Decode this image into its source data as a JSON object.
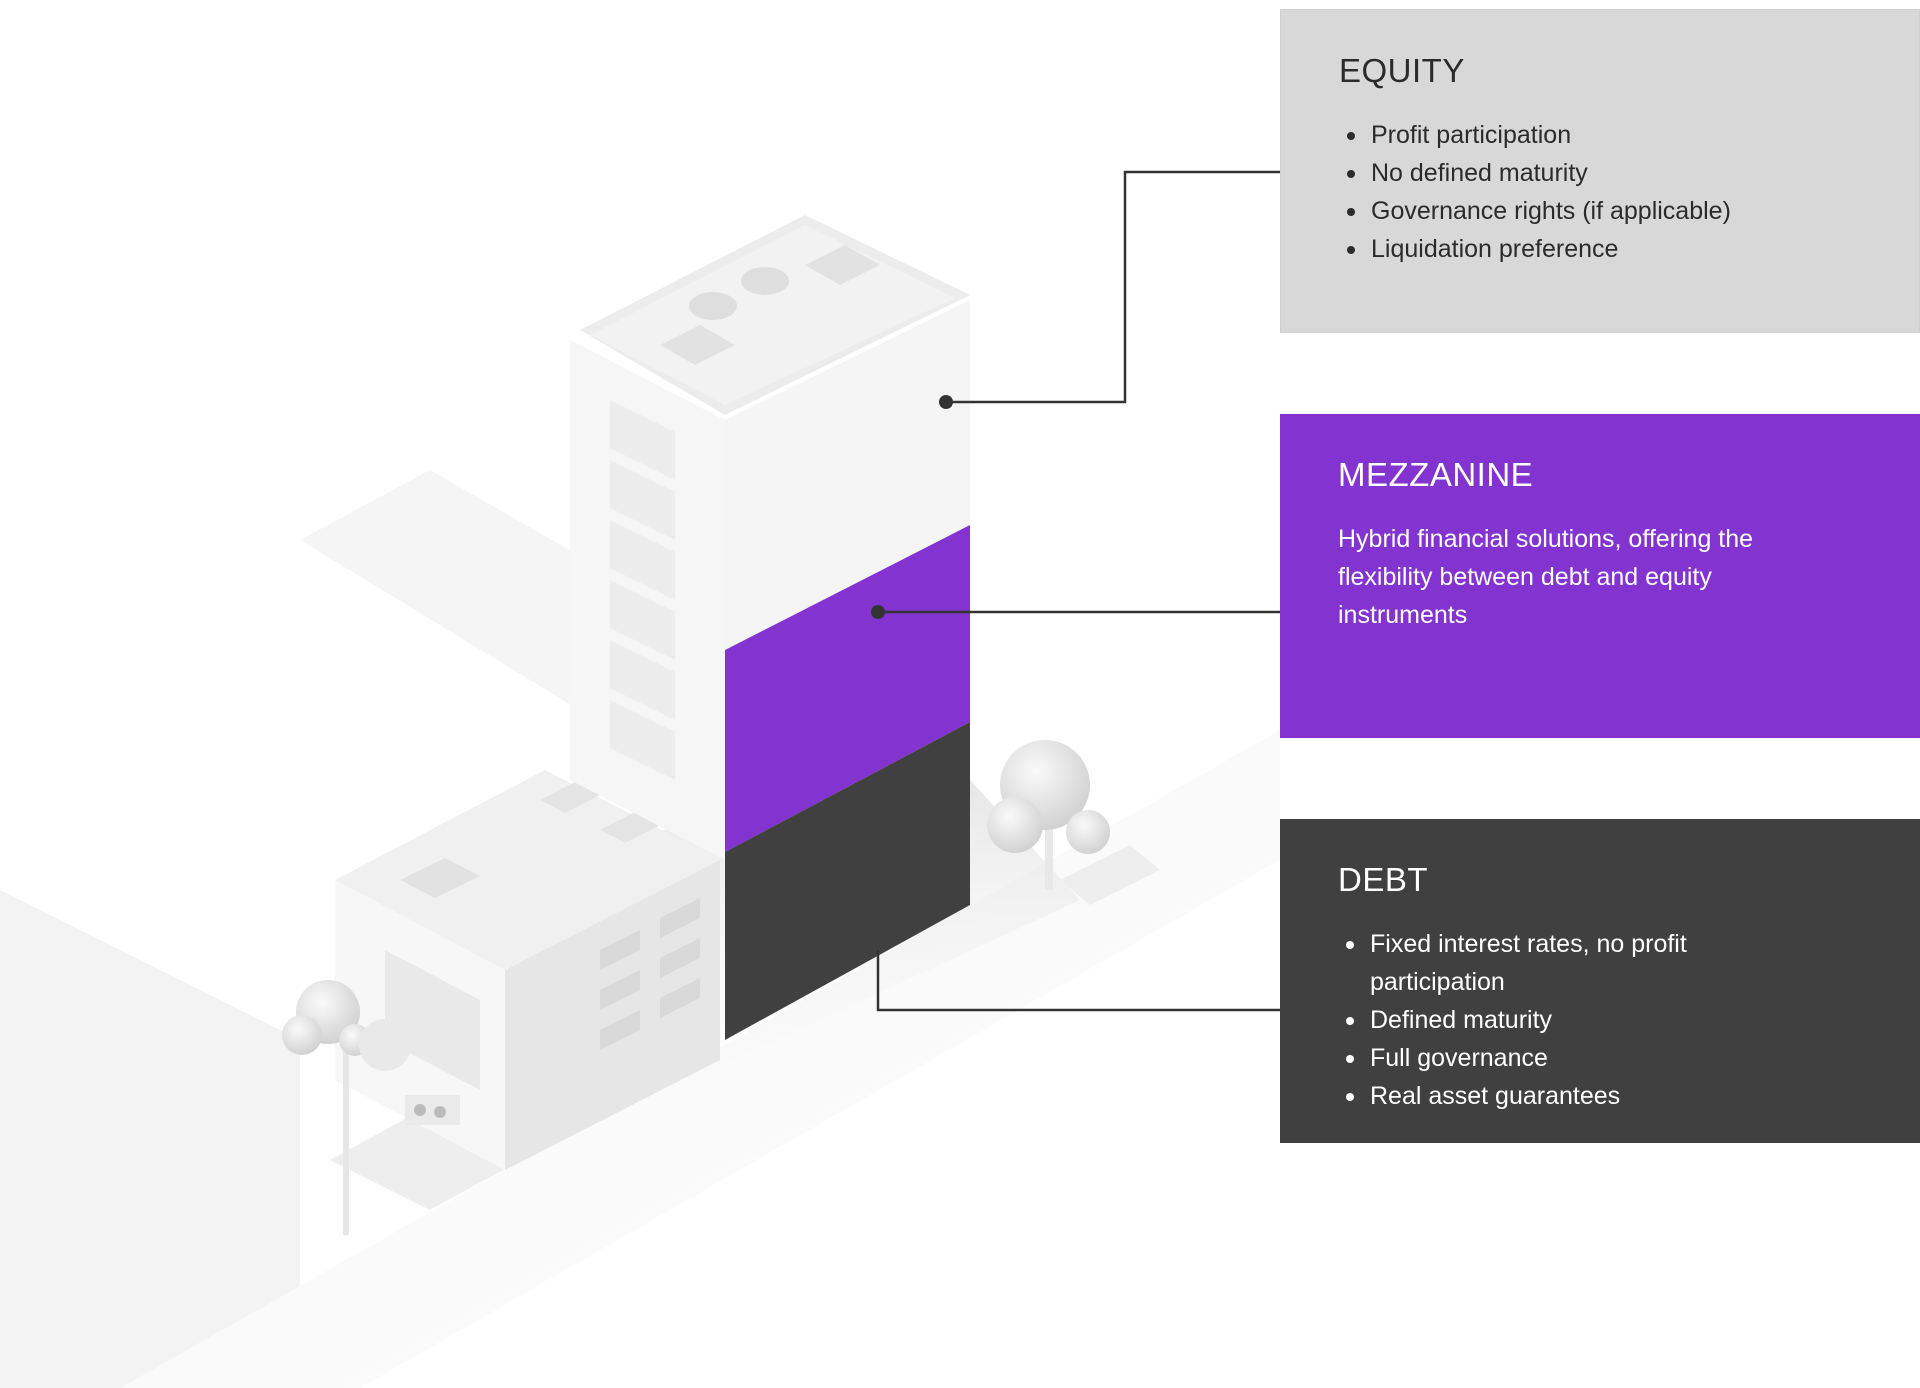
{
  "colors": {
    "equity": "#d8d8d8",
    "mezzanine": "#8333cf",
    "debt": "#404040",
    "connector": "#333333"
  },
  "equity": {
    "title": "EQUITY",
    "bullets": [
      "Profit participation",
      "No defined maturity",
      "Governance rights (if applicable)",
      "Liquidation preference"
    ]
  },
  "mezzanine": {
    "title": "MEZZANINE",
    "description": "Hybrid financial solutions, offering the flexibility between debt and equity instruments"
  },
  "debt": {
    "title": "DEBT",
    "bullets": [
      "Fixed interest rates, no profit participation",
      "Defined maturity",
      "Full governance",
      "Real asset guarantees"
    ]
  }
}
